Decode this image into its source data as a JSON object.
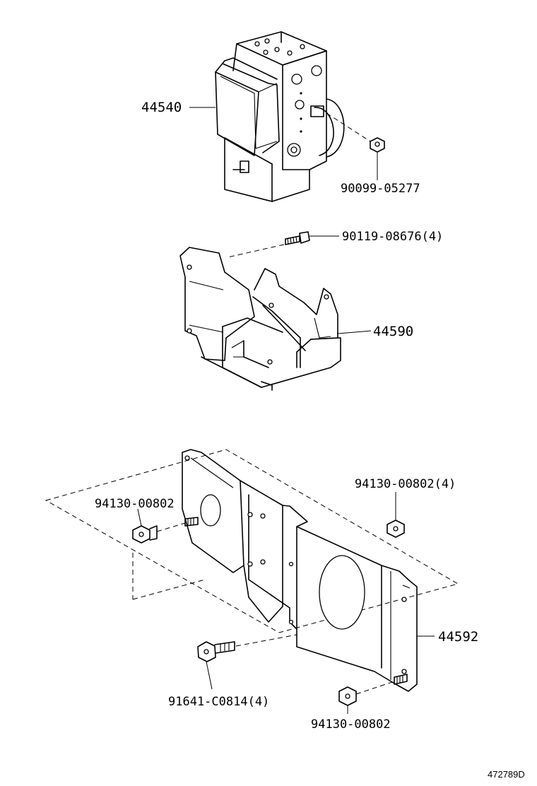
{
  "diagram": {
    "labels": {
      "actuator": "44540",
      "actuator_nut": "90099-05277",
      "bracket_bolt": "90119-08676(4)",
      "bracket": "44590",
      "nut_left": "94130-00802",
      "nut_right": "94130-00802(4)",
      "plate": "44592",
      "plate_bolt": "91641-C0814(4)",
      "nut_bottom": "94130-00802"
    },
    "illustration_number": "472789D"
  }
}
